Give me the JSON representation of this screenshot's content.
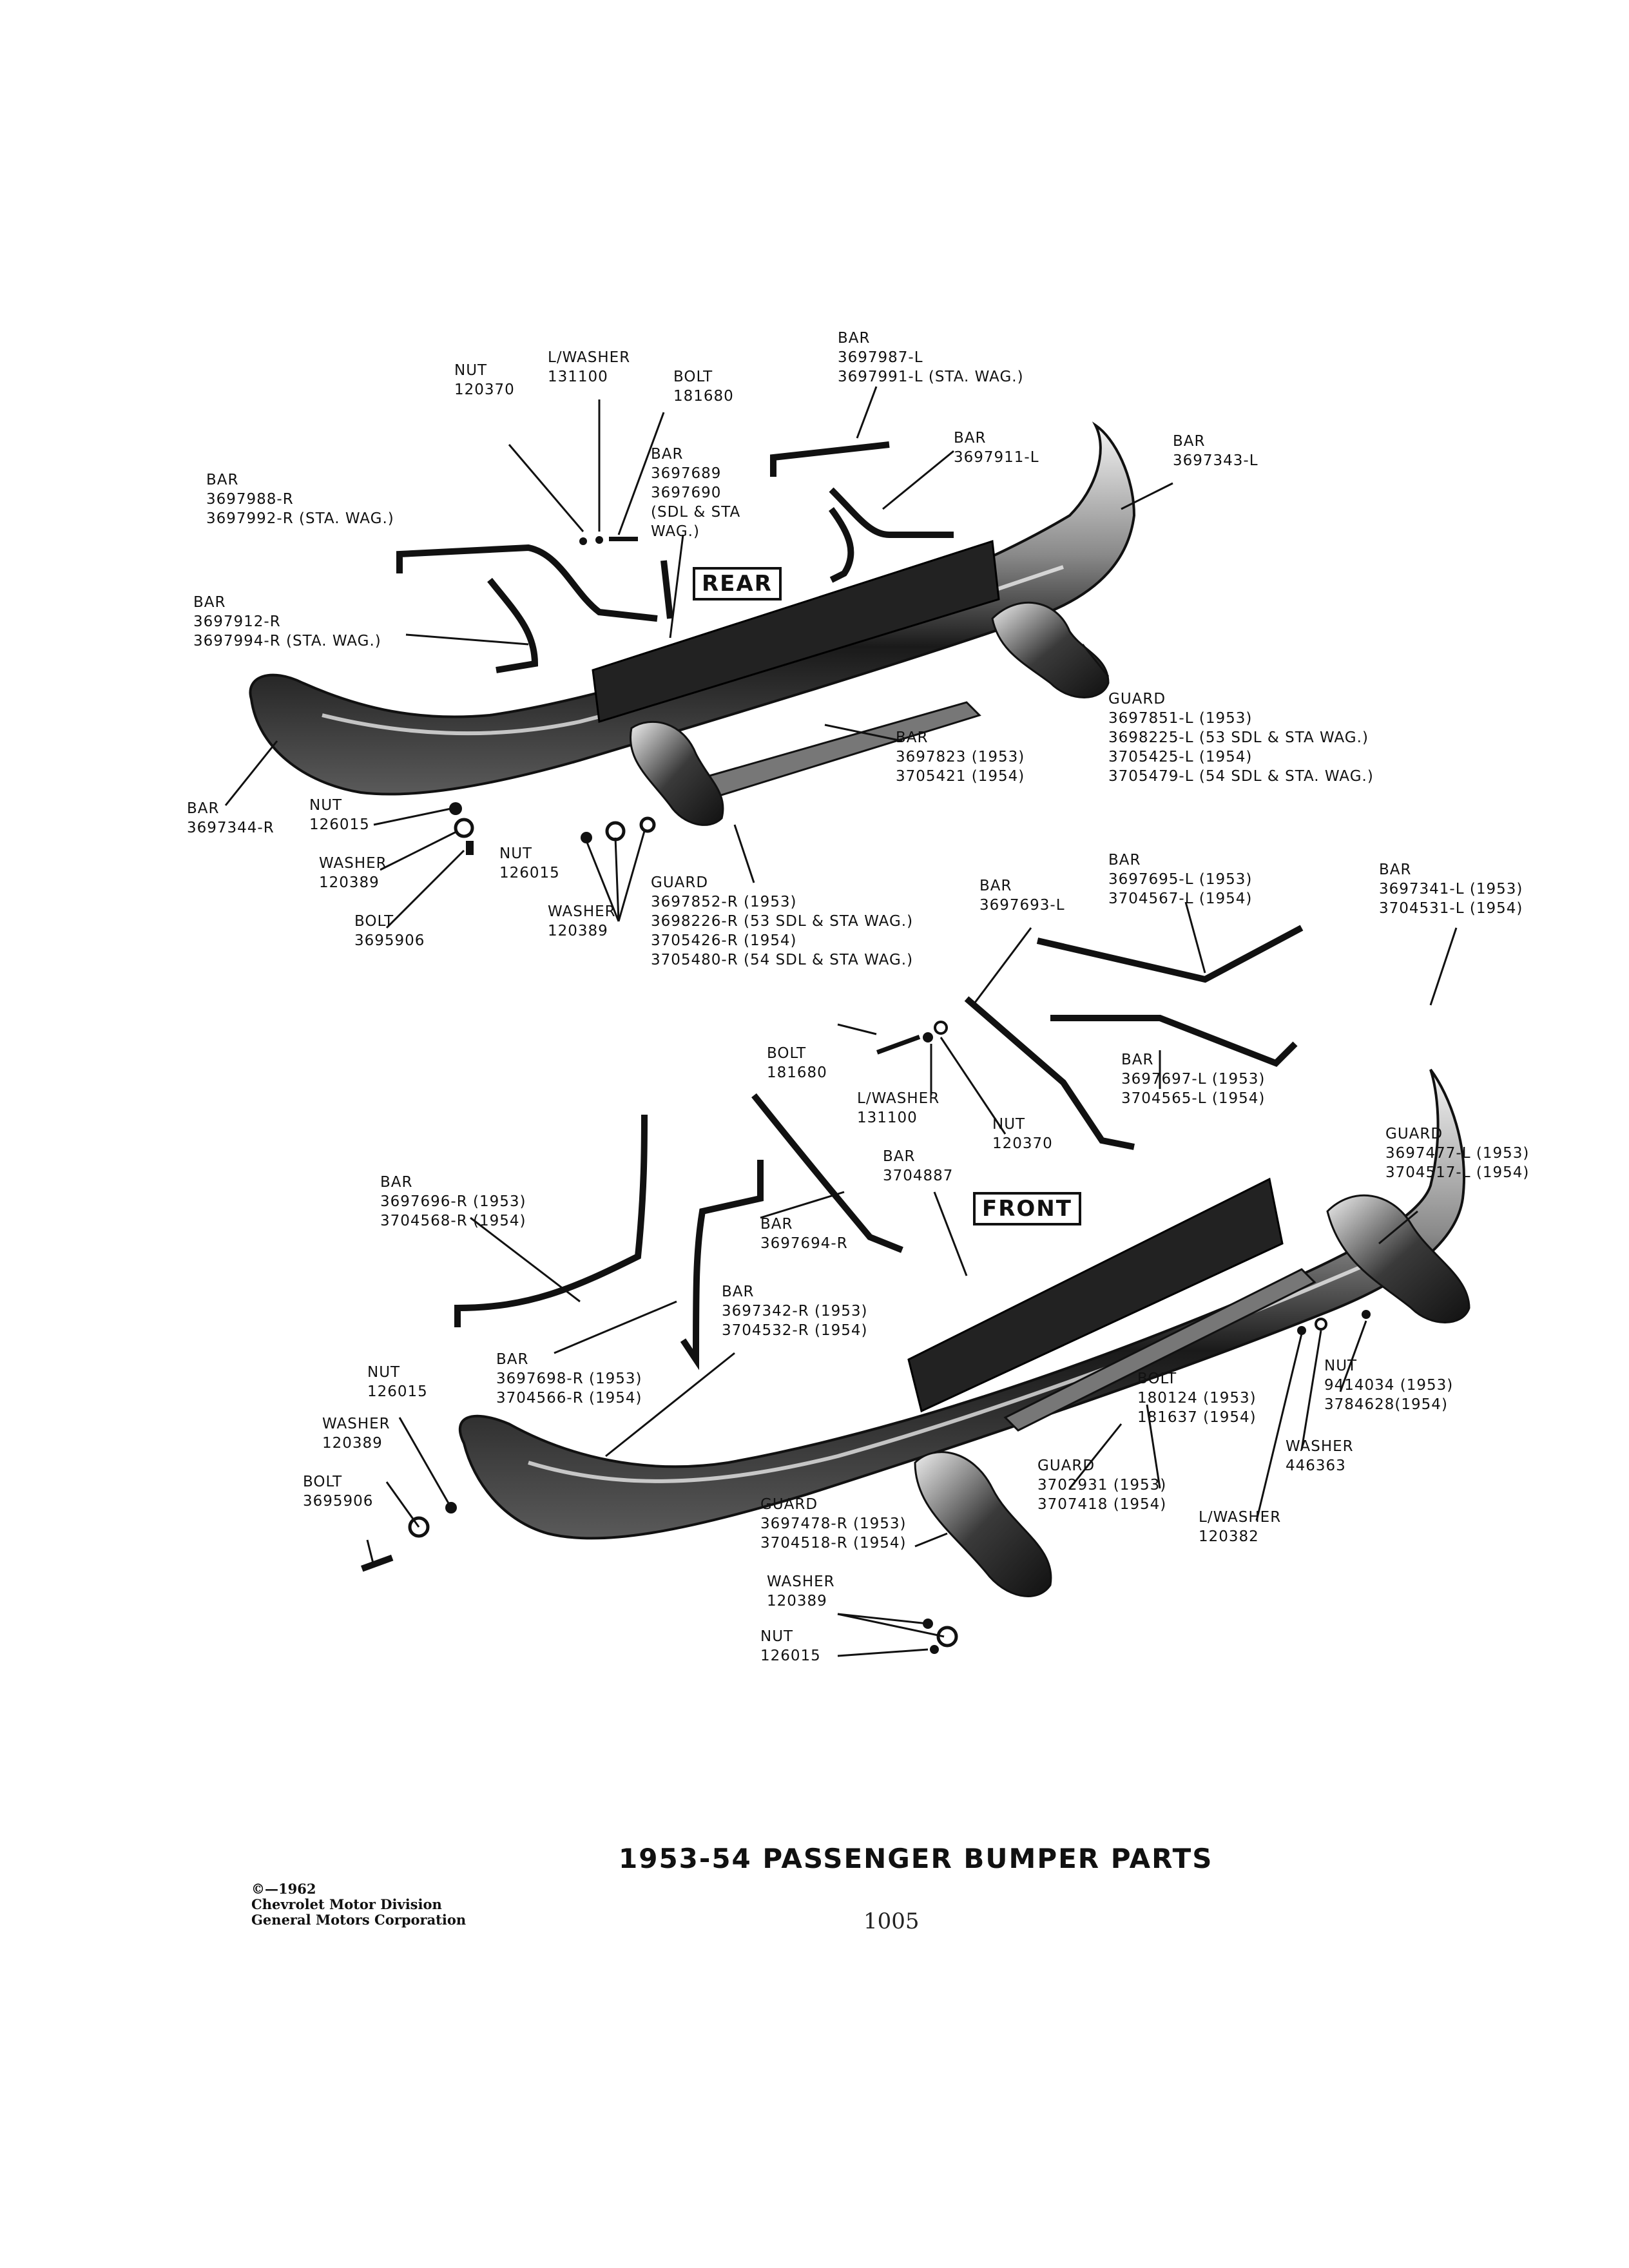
{
  "title": "1953-54 PASSENGER BUMPER PARTS",
  "page_number": "1005",
  "copyright": [
    "©—1962",
    "Chevrolet Motor Division",
    "General Motors Corporation"
  ],
  "section_labels": {
    "rear": "REAR",
    "front": "FRONT"
  },
  "callouts": [
    {
      "id": "rear-nut-top",
      "lines": [
        "NUT",
        "120370"
      ]
    },
    {
      "id": "rear-lwasher-top",
      "lines": [
        "L/WASHER",
        "131100"
      ]
    },
    {
      "id": "rear-bolt-top",
      "lines": [
        "BOLT",
        "181680"
      ]
    },
    {
      "id": "rear-bar-3697987",
      "lines": [
        "BAR",
        "3697987-L",
        "3697991-L (STA. WAG.)"
      ]
    },
    {
      "id": "rear-bar-3697911",
      "lines": [
        "BAR",
        "3697911-L"
      ]
    },
    {
      "id": "rear-bar-3697343",
      "lines": [
        "BAR",
        "3697343-L"
      ]
    },
    {
      "id": "rear-bar-3697988",
      "lines": [
        "BAR",
        "3697988-R",
        "3697992-R (STA. WAG.)"
      ]
    },
    {
      "id": "rear-bar-3697689",
      "lines": [
        "BAR",
        "3697689",
        "3697690",
        "(SDL & STA",
        "WAG.)"
      ]
    },
    {
      "id": "rear-bar-3697912",
      "lines": [
        "BAR",
        "3697912-R",
        "3697994-R (STA. WAG.)"
      ]
    },
    {
      "id": "rear-guard-3697851",
      "lines": [
        "GUARD",
        "3697851-L (1953)",
        "3698225-L (53 SDL & STA WAG.)",
        "3705425-L (1954)",
        "3705479-L (54 SDL & STA. WAG.)"
      ]
    },
    {
      "id": "rear-bar-3697823",
      "lines": [
        "BAR",
        "3697823 (1953)",
        "3705421 (1954)"
      ]
    },
    {
      "id": "rear-bar-3697344",
      "lines": [
        "BAR",
        "3697344-R"
      ]
    },
    {
      "id": "rear-nut-126015-a",
      "lines": [
        "NUT",
        "126015"
      ]
    },
    {
      "id": "rear-washer-120389-a",
      "lines": [
        "WASHER",
        "120389"
      ]
    },
    {
      "id": "rear-bolt-3695906",
      "lines": [
        "BOLT",
        "3695906"
      ]
    },
    {
      "id": "rear-nut-126015-b",
      "lines": [
        "NUT",
        "126015"
      ]
    },
    {
      "id": "rear-washer-120389-b",
      "lines": [
        "WASHER",
        "120389"
      ]
    },
    {
      "id": "rear-guard-3697852",
      "lines": [
        "GUARD",
        "3697852-R (1953)",
        "3698226-R (53 SDL & STA WAG.)",
        "3705426-R (1954)",
        "3705480-R (54 SDL & STA WAG.)"
      ]
    },
    {
      "id": "front-bar-3697693",
      "lines": [
        "BAR",
        "3697693-L"
      ]
    },
    {
      "id": "front-bar-3697695",
      "lines": [
        "BAR",
        "3697695-L (1953)",
        "3704567-L (1954)"
      ]
    },
    {
      "id": "front-bar-3697341",
      "lines": [
        "BAR",
        "3697341-L (1953)",
        "3704531-L (1954)"
      ]
    },
    {
      "id": "front-bolt-181680",
      "lines": [
        "BOLT",
        "181680"
      ]
    },
    {
      "id": "front-lwasher-131100",
      "lines": [
        "L/WASHER",
        "131100"
      ]
    },
    {
      "id": "front-nut-120370",
      "lines": [
        "NUT",
        "120370"
      ]
    },
    {
      "id": "front-bar-3697697",
      "lines": [
        "BAR",
        "3697697-L (1953)",
        "3704565-L (1954)"
      ]
    },
    {
      "id": "front-guard-3697477",
      "lines": [
        "GUARD",
        "3697477-L (1953)",
        "3704517-L (1954)"
      ]
    },
    {
      "id": "front-bar-3697696",
      "lines": [
        "BAR",
        "3697696-R (1953)",
        "3704568-R (1954)"
      ]
    },
    {
      "id": "front-bar-3704887",
      "lines": [
        "BAR",
        "3704887"
      ]
    },
    {
      "id": "front-bar-3697694",
      "lines": [
        "BAR",
        "3697694-R"
      ]
    },
    {
      "id": "front-bar-3697342",
      "lines": [
        "BAR",
        "3697342-R (1953)",
        "3704532-R (1954)"
      ]
    },
    {
      "id": "front-bar-3697698",
      "lines": [
        "BAR",
        "3697698-R (1953)",
        "3704566-R (1954)"
      ]
    },
    {
      "id": "front-nut-126015-a",
      "lines": [
        "NUT",
        "126015"
      ]
    },
    {
      "id": "front-washer-120389-a",
      "lines": [
        "WASHER",
        "120389"
      ]
    },
    {
      "id": "front-bolt-3695906",
      "lines": [
        "BOLT",
        "3695906"
      ]
    },
    {
      "id": "front-bolt-180124",
      "lines": [
        "BOLT",
        "180124 (1953)",
        "181637 (1954)"
      ]
    },
    {
      "id": "front-nut-9414034",
      "lines": [
        "NUT",
        "9414034 (1953)",
        "3784628(1954)"
      ]
    },
    {
      "id": "front-guard-3702931",
      "lines": [
        "GUARD",
        "3702931 (1953)",
        "3707418 (1954)"
      ]
    },
    {
      "id": "front-washer-446363",
      "lines": [
        "WASHER",
        "446363"
      ]
    },
    {
      "id": "front-lwasher-120382",
      "lines": [
        "L/WASHER",
        "120382"
      ]
    },
    {
      "id": "front-guard-3697478",
      "lines": [
        "GUARD",
        "3697478-R (1953)",
        "3704518-R (1954)"
      ]
    },
    {
      "id": "front-washer-120389-b",
      "lines": [
        "WASHER",
        "120389"
      ]
    },
    {
      "id": "front-nut-126015-b",
      "lines": [
        "NUT",
        "126015"
      ]
    }
  ]
}
